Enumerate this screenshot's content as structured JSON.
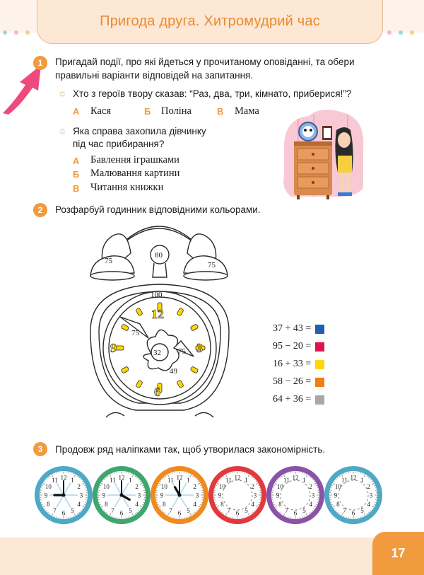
{
  "title": "Пригода друга. Хитромудрий час",
  "page_number": "17",
  "colors": {
    "accent": "#f19a3e",
    "title": "#ec8a2d",
    "blue": "#1f5fae",
    "red": "#e0144c",
    "yellow": "#ffd800",
    "orange": "#f07f12",
    "gray": "#a8a8a8"
  },
  "task1": {
    "number": "1",
    "text_line1": "Пригадай події, про які йдеться у прочитаному оповіданні, та обери",
    "text_line2": "правильні варіанти відповідей на запитання.",
    "q1": {
      "text": "Хто з героїв твору сказав: “Раз, два, три, кімнато, приберися!”?",
      "options": [
        {
          "letter": "А",
          "text": "Кася"
        },
        {
          "letter": "Б",
          "text": "Поліна"
        },
        {
          "letter": "В",
          "text": "Мама"
        }
      ]
    },
    "q2": {
      "text_line1": "Яка справа захопила дівчинку",
      "text_line2": "під час прибирання?",
      "options": [
        {
          "letter": "А",
          "text": "Бавлення іграшками"
        },
        {
          "letter": "Б",
          "text": "Малювання картини"
        },
        {
          "letter": "В",
          "text": "Читання книжки"
        }
      ]
    }
  },
  "task2": {
    "number": "2",
    "text": "Розфарбуй годинник відповідними кольорами.",
    "clock_labels": {
      "bell_left": "75",
      "bell_right": "75",
      "top_knob": "80",
      "top_face": "100",
      "petal": "75",
      "center": "32",
      "right_petal": "75",
      "bottom": "49"
    },
    "clock_numbers": [
      "12",
      "3",
      "6",
      "9"
    ],
    "equations": [
      {
        "text": "37 + 43 =",
        "color": "#1f5fae"
      },
      {
        "text": "95 − 20 =",
        "color": "#e0144c"
      },
      {
        "text": "16 + 33 =",
        "color": "#ffd800"
      },
      {
        "text": "58 − 26 =",
        "color": "#f07f12"
      },
      {
        "text": "64 + 36 =",
        "color": "#a8a8a8"
      }
    ]
  },
  "task3": {
    "number": "3",
    "text": "Продовж ряд наліпками так, щоб утворилася закономірність.",
    "dial_numbers": [
      "12",
      "1",
      "2",
      "3",
      "4",
      "5",
      "6",
      "7",
      "8",
      "9",
      "10",
      "11"
    ],
    "clocks": [
      {
        "ring": "#4ea9c4",
        "hour": 9
      },
      {
        "ring": "#3fa66f",
        "hour": 4
      },
      {
        "ring": "#ef8a1f",
        "hour": 11
      },
      {
        "ring": "#e2393e",
        "hour": null
      },
      {
        "ring": "#8a52a8",
        "hour": null
      },
      {
        "ring": "#4ea9c4",
        "hour": null
      }
    ]
  }
}
